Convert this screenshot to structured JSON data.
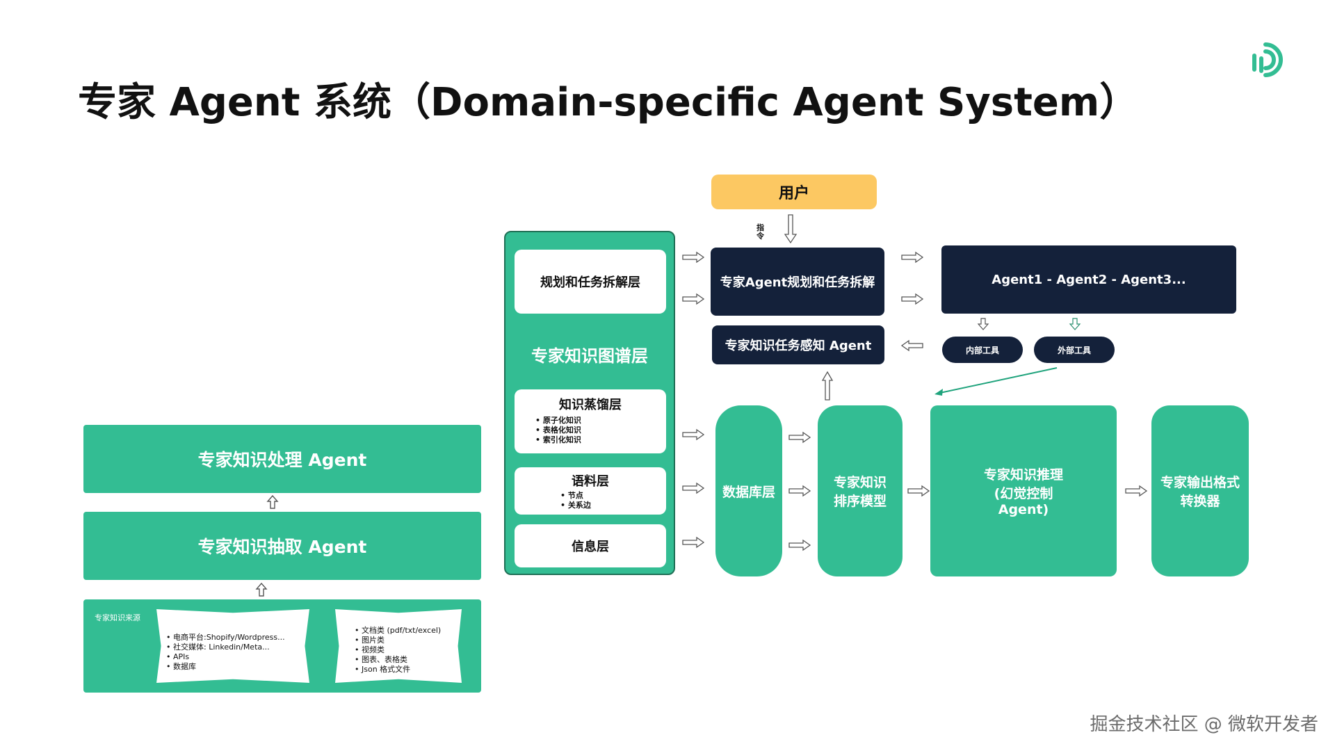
{
  "title": "专家 Agent 系统（Domain-specific Agent System）",
  "watermark": "掘金技术社区 @ 微软开发者",
  "colors": {
    "green": "#33bd93",
    "dark": "#14213a",
    "user": "#fcc862"
  },
  "left": {
    "processing_agent": "专家知识处理 Agent",
    "extraction_agent": "专家知识抽取 Agent",
    "source": {
      "label": "专家知识来源",
      "third_party": {
        "title": "第三方平台",
        "items": [
          "电商平台:Shopify/Wordpress...",
          "社交媒体: Linkedin/Meta...",
          "APIs",
          "数据库"
        ]
      },
      "upload": {
        "title": "文件上传",
        "items": [
          "文档类 (pdf/txt/excel)",
          "图片类",
          "视频类",
          "图表、表格类",
          "Json 格式文件"
        ]
      }
    }
  },
  "kg": {
    "planning_layer": "规划和任务拆解层",
    "title": "专家知识图谱层",
    "distill": {
      "title": "知识蒸馏层",
      "items": [
        "原子化知识",
        "表格化知识",
        "索引化知识"
      ]
    },
    "corpus": {
      "title": "语料层",
      "items": [
        "节点",
        "关系边"
      ]
    },
    "info": {
      "title": "信息层"
    }
  },
  "right": {
    "user": "用户",
    "instruction": "指令",
    "planning_agent": "专家Agent规划和任务拆解",
    "perception_agent": "专家知识任务感知 Agent",
    "agents_chain": "Agent1 - Agent2 - Agent3...",
    "internal_tools": "内部工具",
    "external_tools": "外部工具",
    "db_layer": "数据库层",
    "ranking_model": "专家知识排序模型",
    "reasoning": "专家知识推理 (幻觉控制 Agent)",
    "output_converter": "专家输出格式转换器"
  }
}
